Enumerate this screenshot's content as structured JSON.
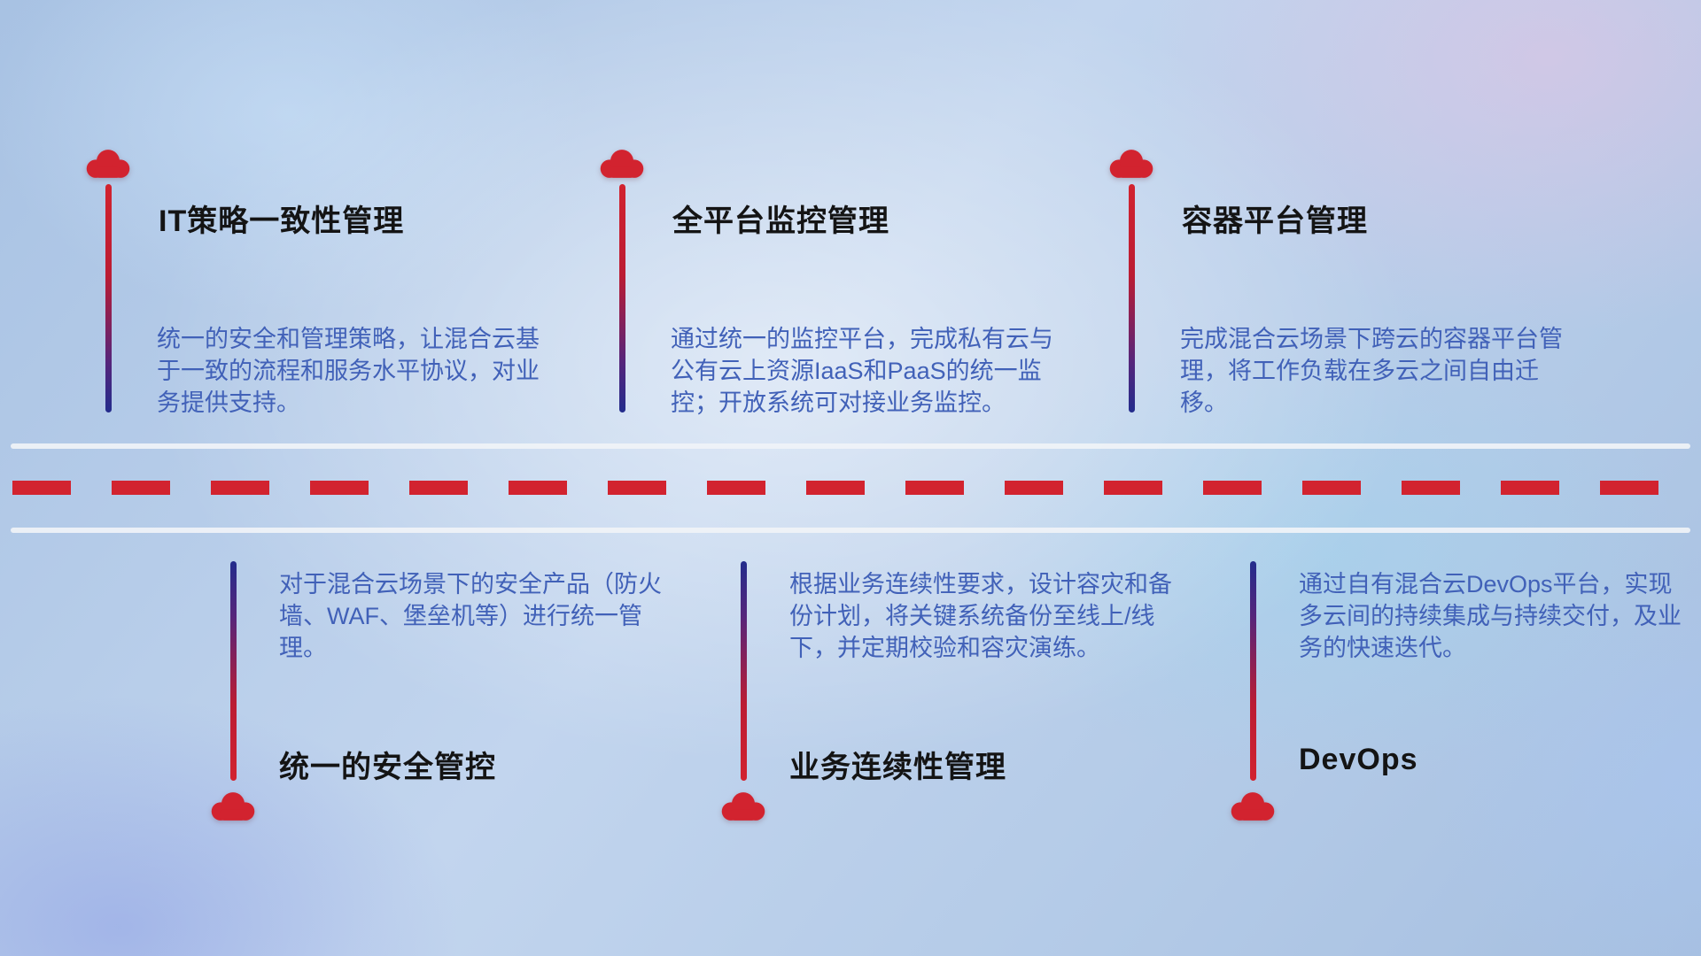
{
  "colors": {
    "accent_red": "#d2232f",
    "accent_blue": "#232c8c",
    "title_text": "#141414",
    "desc_text": "#4161b8",
    "road_line": "#f0f3f7"
  },
  "top_items": [
    {
      "title": "IT策略一致性管理",
      "description": "统一的安全和管理策略，让混合云基于一致的流程和服务水平协议，对业务提供支持。"
    },
    {
      "title": "全平台监控管理",
      "description": "通过统一的监控平台，完成私有云与公有云上资源IaaS和PaaS的统一监控；开放系统可对接业务监控。"
    },
    {
      "title": "容器平台管理",
      "description": "完成混合云场景下跨云的容器平台管理，将工作负载在多云之间自由迁移。"
    }
  ],
  "bottom_items": [
    {
      "title": "统一的安全管控",
      "description": "对于混合云场景下的安全产品（防火墙、WAF、堡垒机等）进行统一管理。"
    },
    {
      "title": "业务连续性管理",
      "description": "根据业务连续性要求，设计容灾和备份计划，将关键系统备份至线上/线下，并定期校验和容灾演练。"
    },
    {
      "title": "DevOps",
      "description": "通过自有混合云DevOps平台，实现多云间的持续集成与持续交付，及业务的快速迭代。"
    }
  ]
}
